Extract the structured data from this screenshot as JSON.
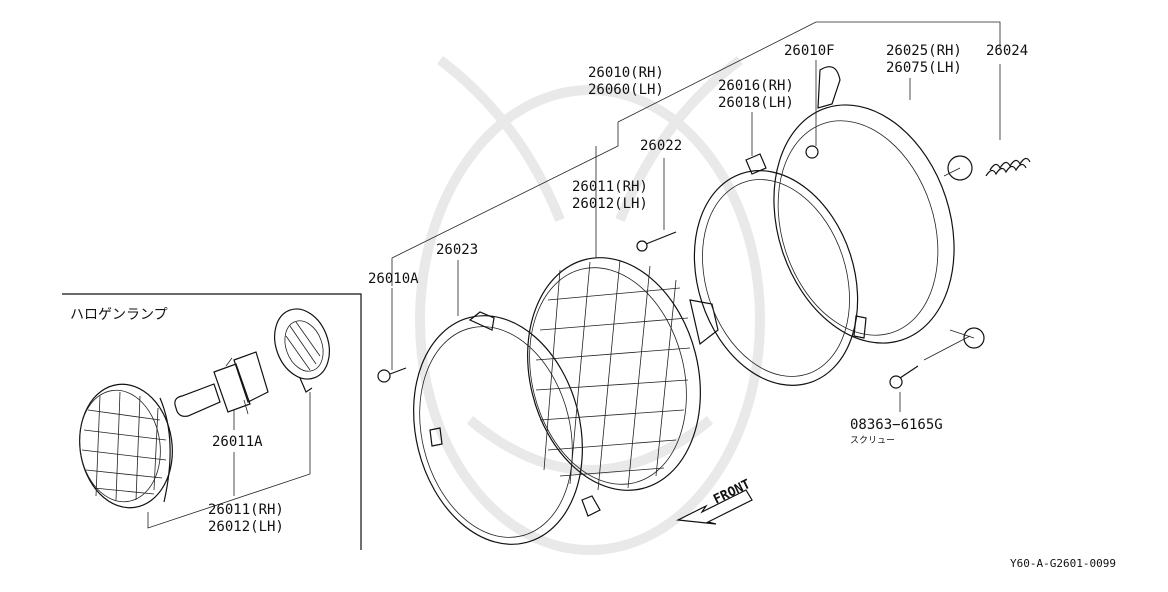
{
  "inset": {
    "title": "ハロゲンランプ",
    "bulb": "26011A",
    "unit_rh": "26011(RH)",
    "unit_lh": "26012(LH)"
  },
  "labels": {
    "l26010": "26010(RH)",
    "l26060": "26060(LH)",
    "l26022": "26022",
    "l26011": "26011(RH)",
    "l26012": "26012(LH)",
    "l26023": "26023",
    "l26010A": "26010A",
    "l26016": "26016(RH)",
    "l26018": "26018(LH)",
    "l26010F": "26010F",
    "l26025": "26025(RH)",
    "l26075": "26075(LH)",
    "l26024": "26024",
    "screw_part": "08363−6165G",
    "screw_note": "スクリュー"
  },
  "direction": {
    "front": "FRONT"
  },
  "reference_code": "Y60-A-G2601-0099"
}
